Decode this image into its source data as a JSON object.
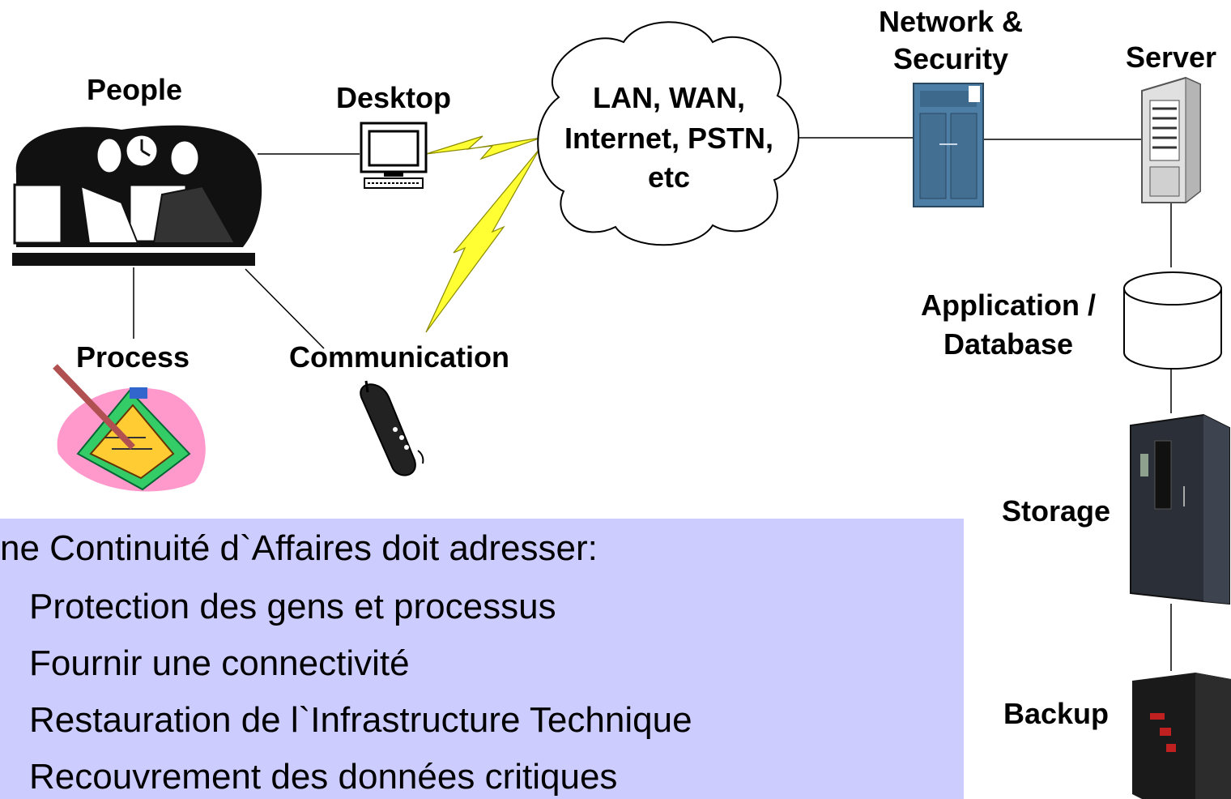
{
  "labels": {
    "people": "People",
    "desktop": "Desktop",
    "cloud_line1": "LAN, WAN,",
    "cloud_line2": "Internet, PSTN,",
    "cloud_line3": "etc",
    "network_line1": "Network &",
    "network_line2": "Security",
    "server": "Server",
    "app_line1": "Application /",
    "app_line2": "Database",
    "process": "Process",
    "communication": "Communication",
    "storage": "Storage",
    "backup": "Backup"
  },
  "info_box": {
    "title": "ne Continuité d`Affaires doit adresser:",
    "items": [
      "Protection des gens et processus",
      "Fournir une connectivité",
      "Restauration de l`Infrastructure Technique",
      "Recouvrement des données critiques"
    ],
    "background": "#ccccff"
  },
  "colors": {
    "lightning": "#ffff33",
    "network_device": "#4d7fa6",
    "storage_unit": "#2a2f38"
  }
}
